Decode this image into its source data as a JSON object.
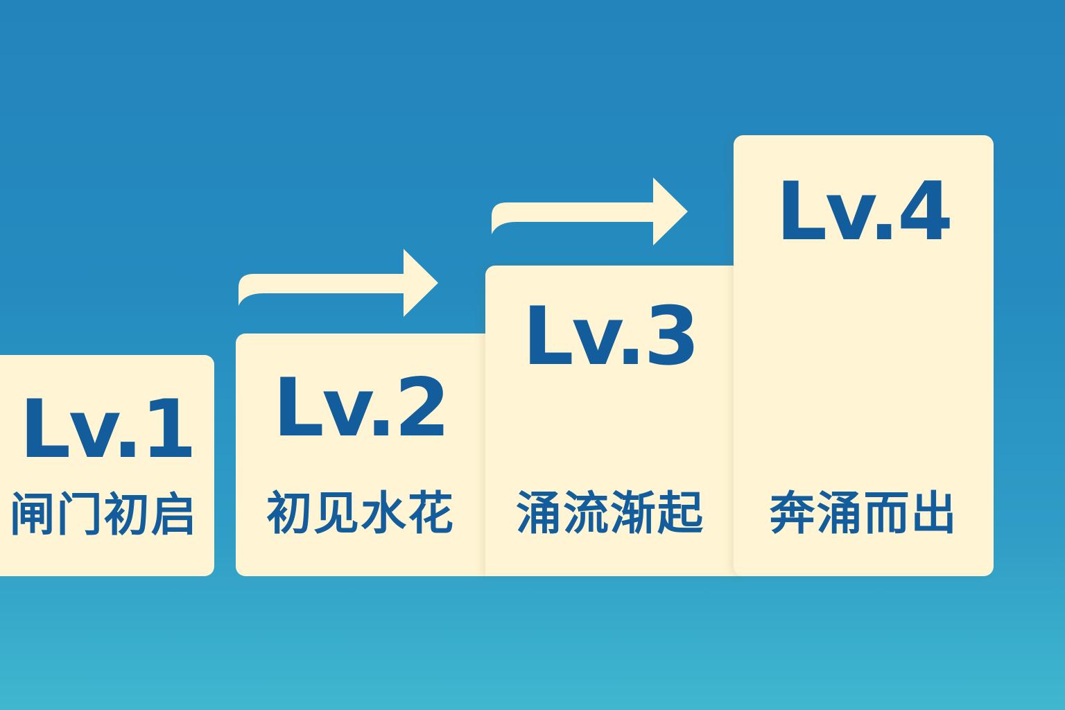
{
  "steps": [
    {
      "level": "Lv.1",
      "caption": "闸门初启"
    },
    {
      "level": "Lv.2",
      "caption": "初见水花"
    },
    {
      "level": "Lv.3",
      "caption": "涌流渐起"
    },
    {
      "level": "Lv.4",
      "caption": "奔涌而出"
    }
  ],
  "colors": {
    "background_top": "#2384bb",
    "background_bottom": "#40b7cf",
    "card": "#fff5d4",
    "text": "#135d9c"
  }
}
